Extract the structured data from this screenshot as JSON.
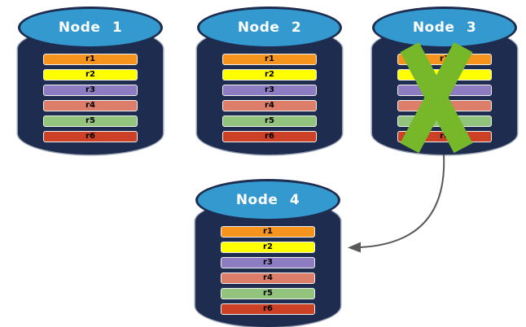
{
  "diagram": {
    "description": "Four database node cylinders; Node 3 is crossed out and an arrow points from Node 3 to Node 4",
    "colors": {
      "cylinder_body": "#1d2c4f",
      "cylinder_top": "#3399ce",
      "cylinder_outline": "#99a2b2",
      "node_label_text": "#ffffff",
      "row_label_text": "#000000",
      "x_mark": "#76b82a",
      "arrow": "#595959"
    },
    "nodes": [
      {
        "label": "Node 1",
        "crossed_out": false,
        "rows": [
          {
            "label": "r1",
            "color": "#f7941e"
          },
          {
            "label": "r2",
            "color": "#ffff00"
          },
          {
            "label": "r3",
            "color": "#8e7cc3"
          },
          {
            "label": "r4",
            "color": "#dd7e6b"
          },
          {
            "label": "r5",
            "color": "#93c47d"
          },
          {
            "label": "r6",
            "color": "#cc4125"
          }
        ]
      },
      {
        "label": "Node 2",
        "crossed_out": false,
        "rows": [
          {
            "label": "r1",
            "color": "#f7941e"
          },
          {
            "label": "r2",
            "color": "#ffff00"
          },
          {
            "label": "r3",
            "color": "#8e7cc3"
          },
          {
            "label": "r4",
            "color": "#dd7e6b"
          },
          {
            "label": "r5",
            "color": "#93c47d"
          },
          {
            "label": "r6",
            "color": "#cc4125"
          }
        ]
      },
      {
        "label": "Node 3",
        "crossed_out": true,
        "rows": [
          {
            "label": "r1",
            "color": "#f7941e"
          },
          {
            "label": "r2",
            "color": "#ffff00"
          },
          {
            "label": "r3",
            "color": "#8e7cc3"
          },
          {
            "label": "r4",
            "color": "#dd7e6b"
          },
          {
            "label": "r5",
            "color": "#93c47d"
          },
          {
            "label": "r6",
            "color": "#cc4125"
          }
        ]
      },
      {
        "label": "Node 4",
        "crossed_out": false,
        "rows": [
          {
            "label": "r1",
            "color": "#f7941e"
          },
          {
            "label": "r2",
            "color": "#ffff00"
          },
          {
            "label": "r3",
            "color": "#8e7cc3"
          },
          {
            "label": "r4",
            "color": "#dd7e6b"
          },
          {
            "label": "r5",
            "color": "#93c47d"
          },
          {
            "label": "r6",
            "color": "#cc4125"
          }
        ]
      }
    ],
    "arrow": {
      "from": "Node 3",
      "to": "Node 4",
      "style": "curved"
    }
  }
}
